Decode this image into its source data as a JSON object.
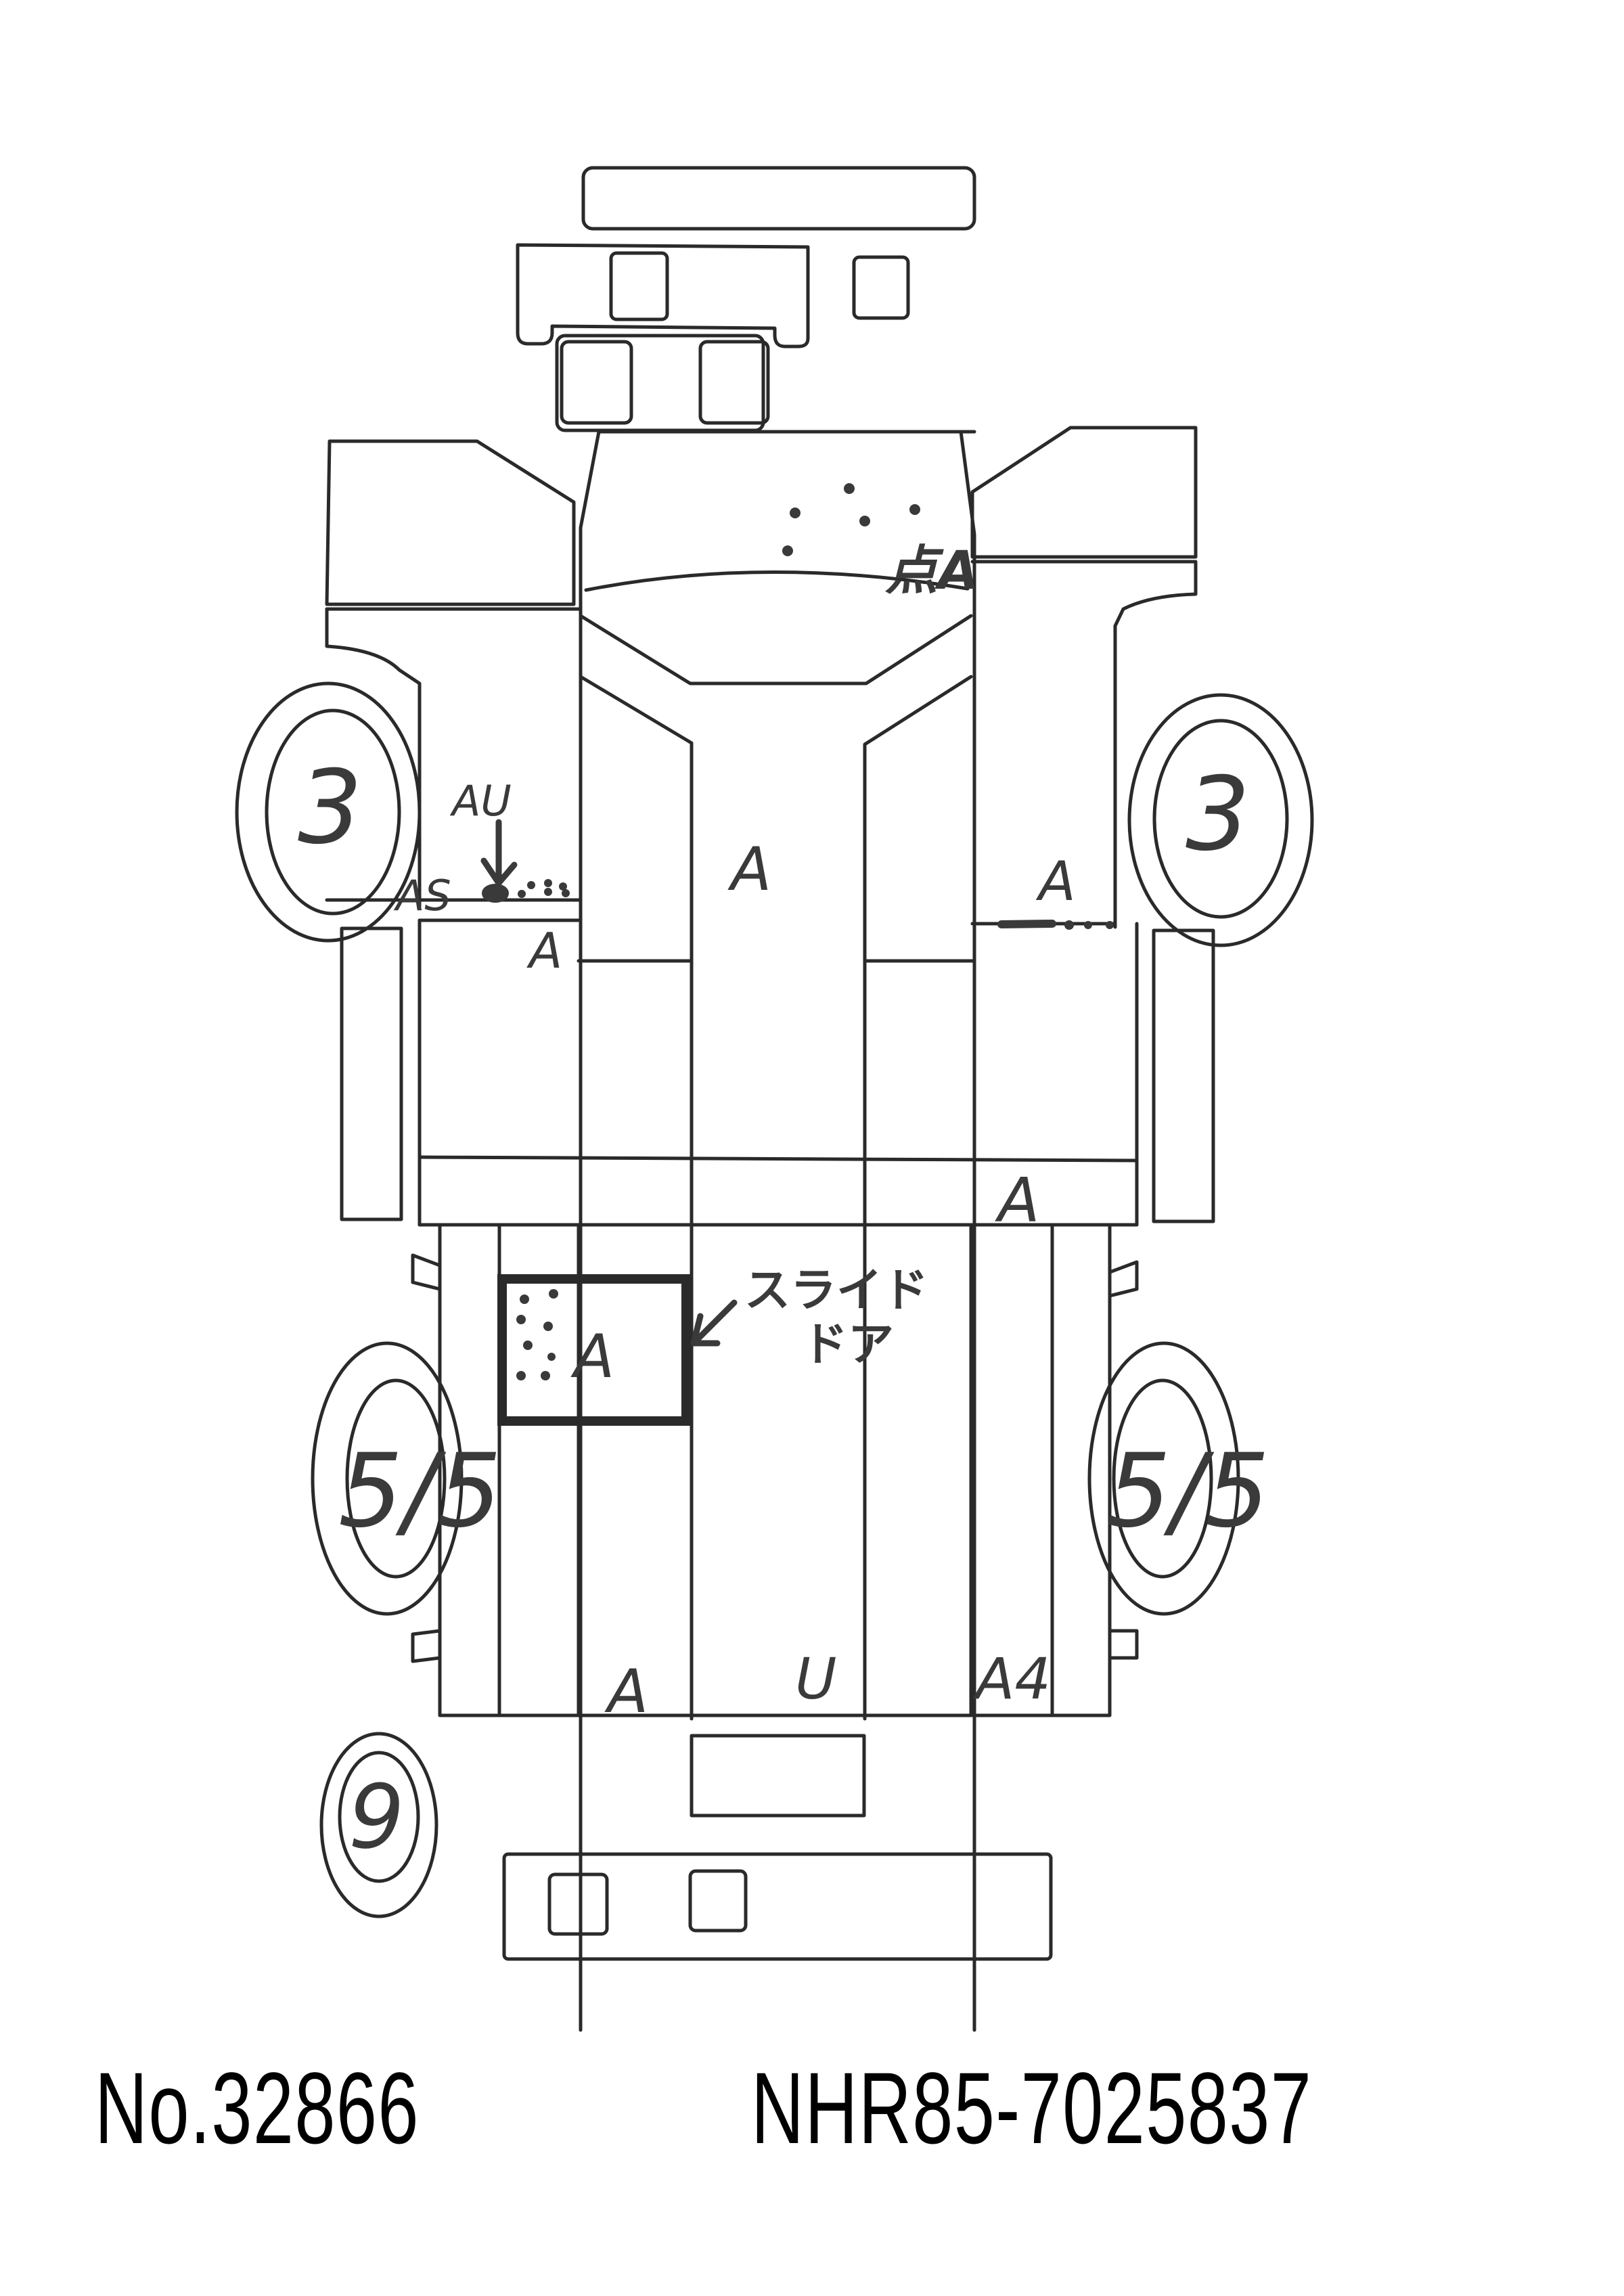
{
  "sheet": {
    "type": "vehicle-inspection-diagram",
    "view": "top-down body outline (truck cab with rear body)",
    "footer": {
      "stock_number": "No.32866",
      "chassis_number": "NHR85-7025837"
    }
  },
  "tires": {
    "front_left": "3",
    "front_right": "3",
    "rear_left": "5/5",
    "rear_right": "5/5",
    "spare": "9"
  },
  "annotations": {
    "hood": "点A",
    "front_left_au": "AU",
    "front_left_as": "AS",
    "front_left_lower": "A",
    "center_cab": "A",
    "front_right": "A",
    "rear_crossbar": "A",
    "slide_door_box": "A",
    "slide_door_label_line1": "スライド",
    "slide_door_label_line2": "ドア",
    "rear_left": "A",
    "rear_center": "U",
    "rear_right": "A4"
  }
}
